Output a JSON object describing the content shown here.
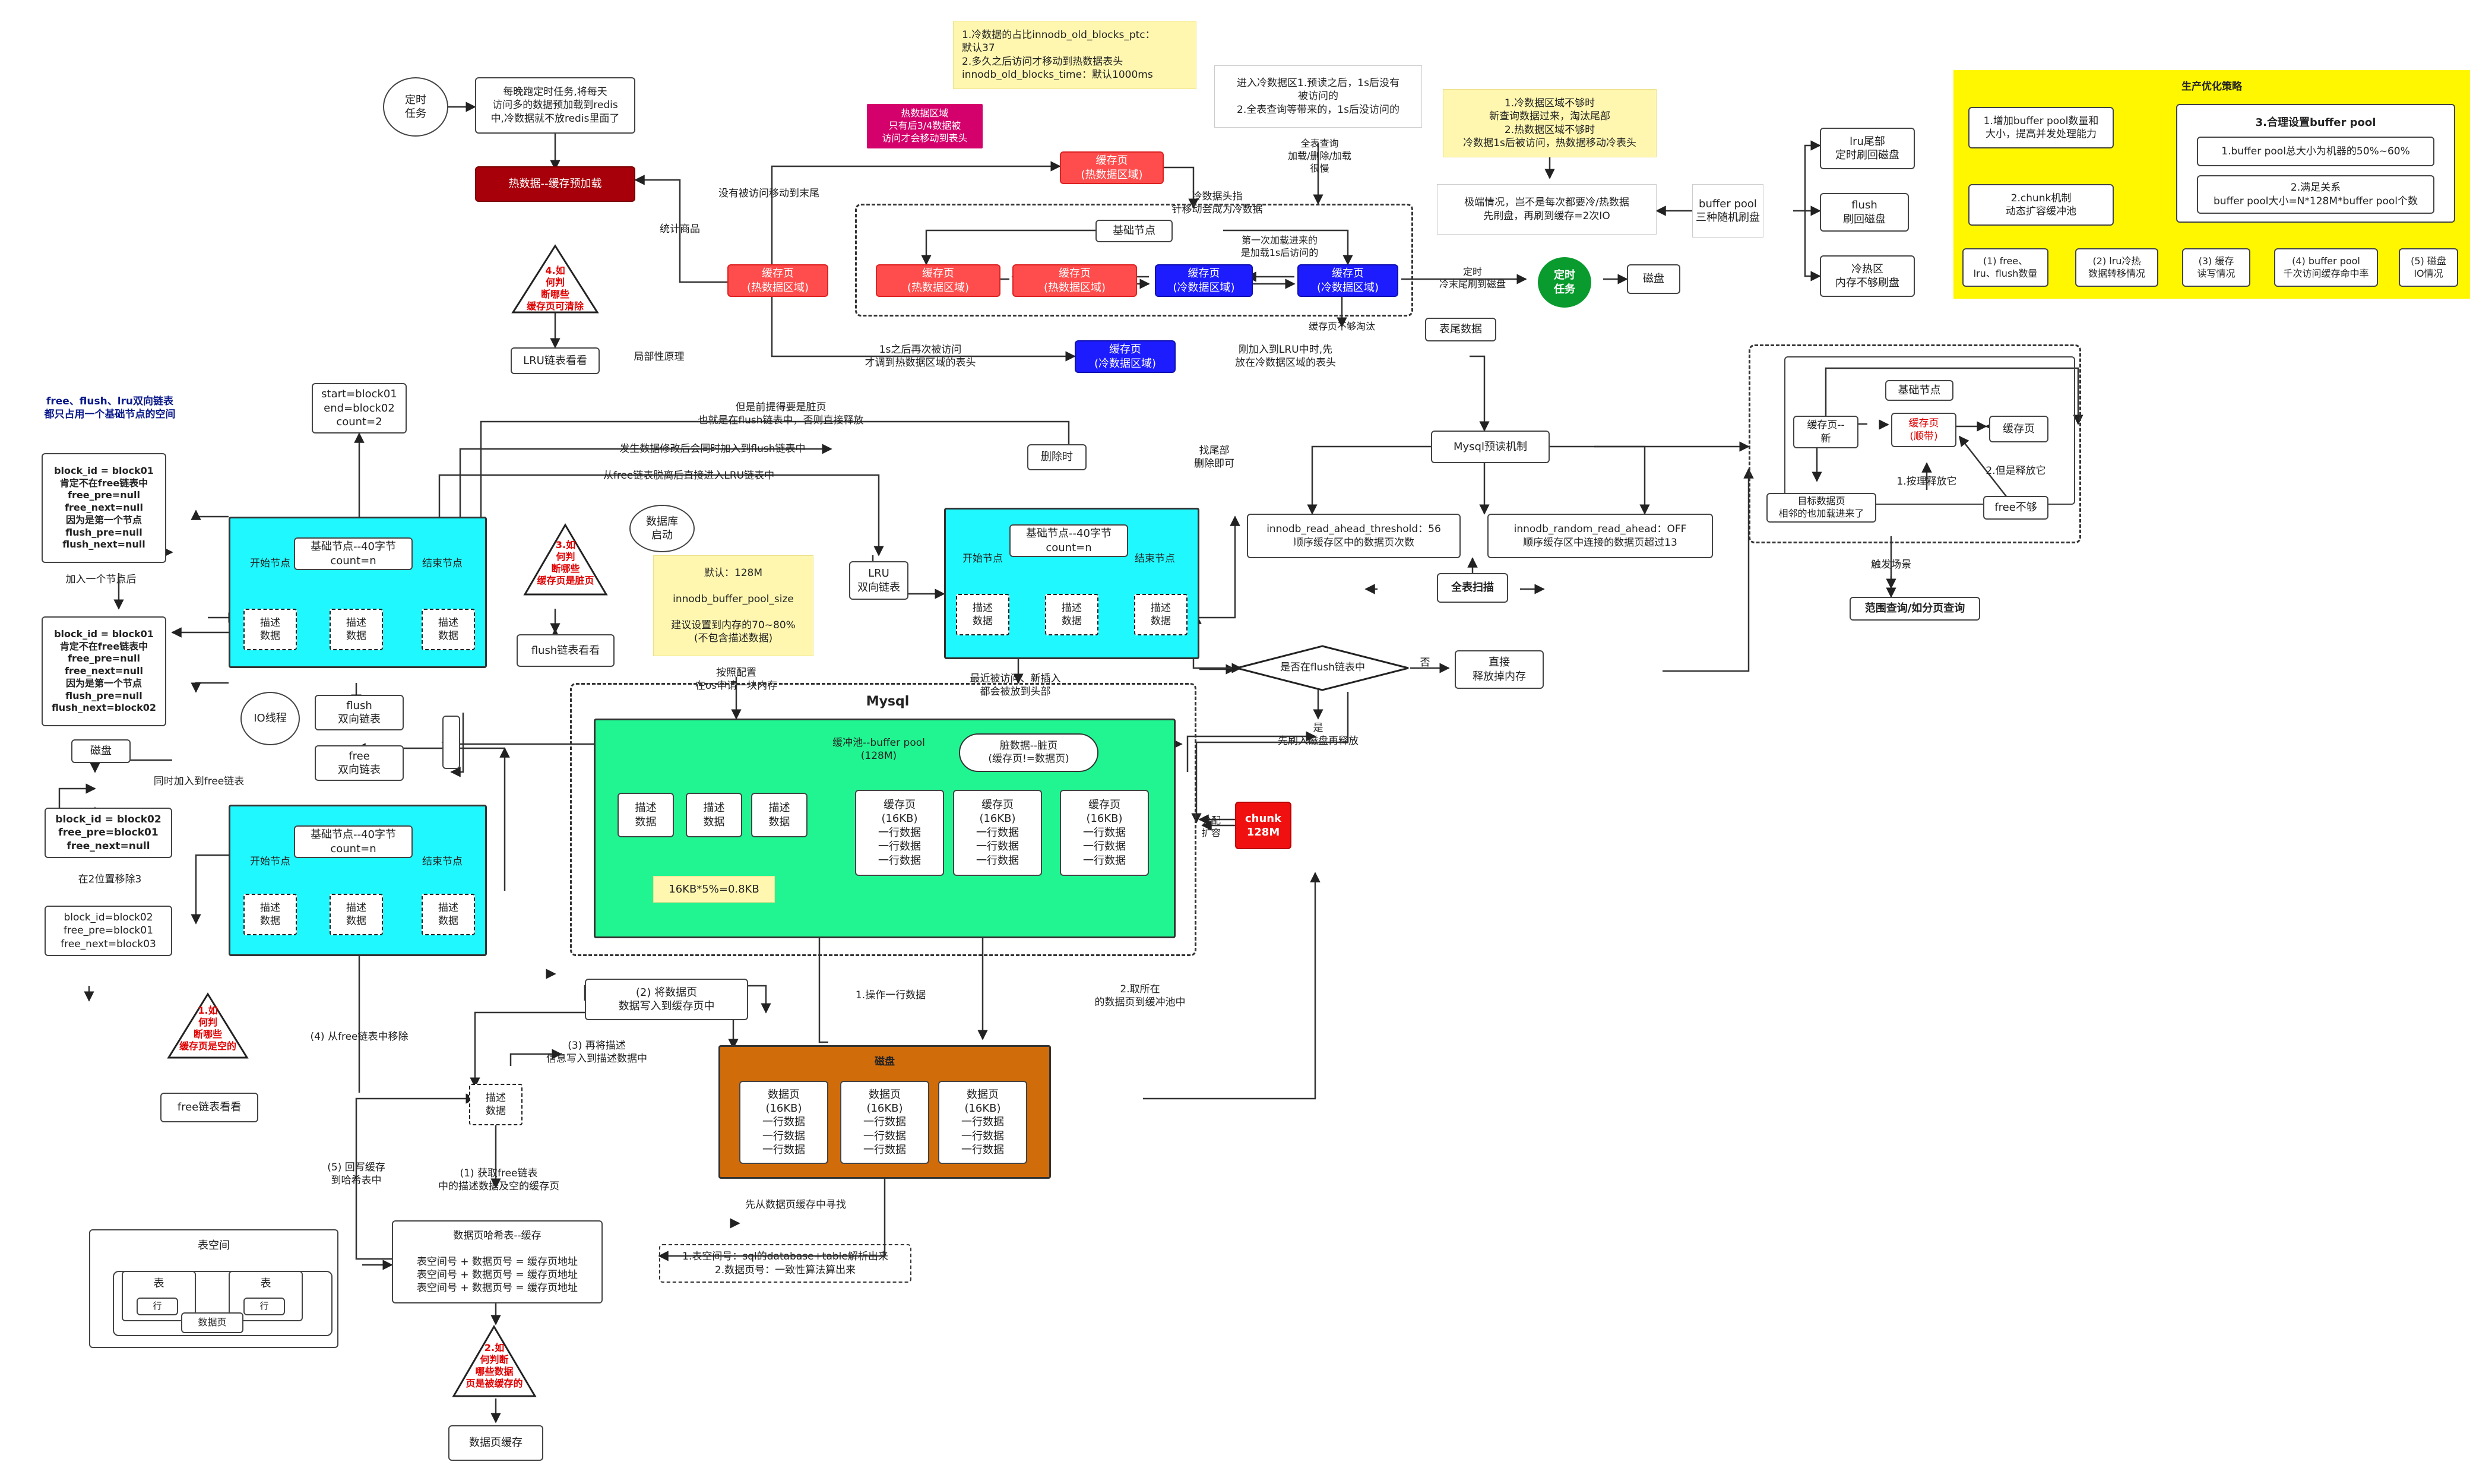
{
  "colors": {
    "cyan_block": "#1ff8ff",
    "buffer_pool_green": "#21f591",
    "disk_orange": "#d16c0b",
    "hot_red": "#ff4d4d",
    "cold_blue": "#1c1cff",
    "note_yellow": "#fff7b0",
    "strategy_yellow": "#fff700",
    "warning_red": "#e00000"
  },
  "notes": {
    "ratio": "1.冷数据的占比innodb_old_blocks_ptc：\n默认37\n2.多久之后访问才移动到热数据表头\ninnodb_old_blocks_time：默认1000ms",
    "hot_region": "热数据区域\n只有后3/4数据被\n访问才会移动到表头",
    "cold_region_enter": "进入冷数据区1.预读之后，1s后没有\n被访问的\n2.全表查询等带来的，1s后没访问的",
    "cold_region_short": "1.冷数据区域不够时\n新查询数据过来，淘汰尾部\n2.热数据区域不够时\n冷数据1s后被访问，热数据移动冷表头",
    "default_size": "默认：128M\n\ninnodb_buffer_pool_size\n\n建议设置到内存的70~80%\n(不包含描述数据)",
    "desc_size": "16KB*5%=0.8KB"
  },
  "schedule": {
    "timer": "定时\n任务",
    "desc": "每晚跑定时任务,将每天\n访问多的数据预加载到redis\n中,冷数据就不放redis里面了",
    "preload": "热数据--缓存预加载",
    "stats": "统计商品"
  },
  "lru": {
    "page_hot": "缓存页\n(热数据区域)",
    "page_cold": "缓存页\n(冷数据区域)",
    "base_node": "基础节点",
    "hot_move_label": "没有被访问移动到末尾",
    "cold_pointer": "冷数据头指\n针移动会成为冷数据",
    "first_load": "第一次加载进来的\n是加载1s后访问的",
    "full_scan": "全表查询\n加载/删除/加载\n很慢",
    "revisit": "1s之后再次被访问\n才调到热数据区域的表头",
    "just_added": "刚加入到LRU中时,先\n放在冷数据区域的表头",
    "not_enough": "缓存页不够淘汰",
    "tail_data": "表尾数据",
    "timer_flush": "定时\n冷末尾刷到磁盘",
    "timer_task": "定时\n任务",
    "disk": "磁盘",
    "extreme": "极端情况，岂不是每次都要冷/热数据\n先刷盘，再刷到缓存=2次IO",
    "bp_desc": "buffer pool\n三种随机刷盘",
    "lru_tail": "lru尾部\n定时刷回磁盘",
    "flush": "flush\n刷回磁盘",
    "cold_hot": "冷热区\n内存不够刷盘",
    "lru_check": "LRU链表看看",
    "locality": "局部性原理",
    "warn": "4.如\n何判\n断哪些\n缓存页可清除"
  },
  "strategy": {
    "title": "生产优化策略",
    "s1": "1.增加buffer pool数量和\n大小，提高并发处理能力",
    "s2": "2.chunk机制\n动态扩容缓冲池",
    "s3_title": "3.合理设置buffer pool",
    "s3_a": "1.buffer pool总大小为机器的50%~60%",
    "s3_b": "2.满足关系\nbuffer pool大小=N*128M*buffer pool个数",
    "items": [
      "(1) free、\nlru、flush数量",
      "(2) lru冷热\n数据转移情况",
      "(3) 缓存\n读写情况",
      "(4) buffer pool\n千次访问缓存命中率",
      "(5) 磁盘\nIO情况"
    ]
  },
  "free_flush": {
    "title": "free、flush、lru双向链表\n都只占用一个基础节点的空间",
    "block01_a": "block_id = block01\n肯定不在free链表中\nfree_pre=null\nfree_next=null\n因为是第一个节点\nflush_pre=null\nflush_next=null",
    "add_node": "加入一个节点后",
    "block01_b": "block_id = block01\n肯定不在free链表中\nfree_pre=null\nfree_next=null\n因为是第一个节点\nflush_pre=null\nflush_next=block02",
    "start_end": "start=block01\nend=block02\ncount=2",
    "base_node": "基础节点--40字节\ncount=n",
    "start_node": "开始节点",
    "end_node": "结束节点",
    "desc": "描述\n数据",
    "io_thread": "IO线程",
    "disk": "磁盘",
    "flush_list": "flush\n双向链表",
    "free_list": "free\n双向链表",
    "join_free": "同时加入到free链表",
    "block02": "block_id = block02\nfree_pre=block01\nfree_next=null",
    "pos3": "在2位置移除3",
    "block02_b": "block_id=block02\nfree_pre=block01\nfree_next=block03",
    "warn_free": "1.如\n何判\n断哪些\n缓存页是空的",
    "free_check": "free链表看看",
    "warn_flush": "3.如\n何判\n断哪些\n缓存页是脏页",
    "flush_check": "flush链表看看",
    "dirty_note": "但是前提得要是脏页\n也就是在flush链表中，否则直接释放",
    "modify_note": "发生数据修改后会同时加入到flush链表中",
    "free_to_lru": "从free链表脱离后直接进入LRU链表中",
    "delete_when": "删除时",
    "tail_delete": "找尾部\n删除即可",
    "lru_list": "LRU\n双向链表",
    "db_start": "数据库\n启动",
    "alloc": "按照配置\n在os申请一块内存",
    "recent": "最近被访问、新插入\n都会被放到头部"
  },
  "mysql": {
    "title": "Mysql",
    "pool": "缓冲池--buffer pool\n(128M)",
    "dirty": "脏数据--脏页\n(缓存页!=数据页)",
    "cache_page": "缓存页\n(16KB)\n一行数据\n一行数据\n一行数据",
    "chunk": "chunk\n128M",
    "expand": "分配\n扩容"
  },
  "disk": {
    "title": "磁盘",
    "page": "数据页\n(16KB)\n一行数据\n一行数据\n一行数据",
    "op_row": "1.操作一行数据",
    "fetch": "2.取所在\n的数据页到缓冲池中",
    "find": "先从数据页缓存中寻找"
  },
  "flow": {
    "write_desc": "(2) 将数据页\n数据写入到缓存页中",
    "write_info": "(3) 再将描述\n信息写入到描述数据中",
    "remove_free": "(4) 从free链表中移除",
    "write_back": "(5) 回写缓存\n到哈希表中",
    "get_free": "(1) 获取free链表\n中的描述数据及空的缓存页",
    "hash": "数据页哈希表--缓存\n\n表空间号 + 数据页号 = 缓存页地址\n表空间号 + 数据页号 = 缓存页地址\n表空间号 + 数据页号 = 缓存页地址",
    "hash_note": "1.表空间号：sql的database+table解析出来\n2.数据页号：一致性算法算出来",
    "space": "表空间",
    "table": "表",
    "row": "行",
    "data_page": "数据页",
    "warn_cache": "2.如\n何判断\n哪些数据\n页是被缓存的",
    "cache_page_btn": "数据页缓存"
  },
  "prefetch": {
    "mech": "Mysql预读机制",
    "threshold": "innodb_read_ahead_threshold：56\n顺序缓存区中的数据页次数",
    "random": "innodb_random_read_ahead：OFF\n顺序缓存区中连接的数据页超过13",
    "full_scan": "全表扫描",
    "in_flush": "是否在flush链表中",
    "no": "否",
    "yes": "是\n先刷入磁盘再释放",
    "release": "直接\n释放掉内存",
    "base": "基础节点",
    "new_page": "缓存页--\n新",
    "target_page": "缓存页\n(顺带)",
    "page": "缓存页",
    "target_desc": "目标数据页\n相邻的也加载进来了",
    "order_release": "1.按理释放它",
    "but_release": "2.但是释放它",
    "free_short": "free不够",
    "trigger": "触发场景",
    "range": "范围查询/如分页查询"
  }
}
